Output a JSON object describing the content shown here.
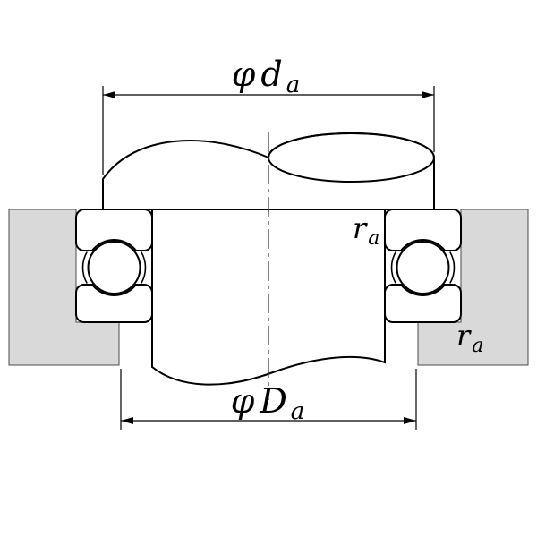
{
  "diagram": {
    "type": "thrust-bearing-mounting-cross-section",
    "colors": {
      "background": "#ffffff",
      "line": "#000000",
      "housing_fill": "#d9d9d9"
    },
    "labels": {
      "dim_top": {
        "phi": "φ",
        "letter": "d",
        "sub": "a"
      },
      "dim_bottom": {
        "phi": "φ",
        "letter": "D",
        "sub": "a"
      },
      "fillet_upper": {
        "letter": "r",
        "sub": "a"
      },
      "fillet_lower": {
        "letter": "r",
        "sub": "a"
      }
    }
  }
}
